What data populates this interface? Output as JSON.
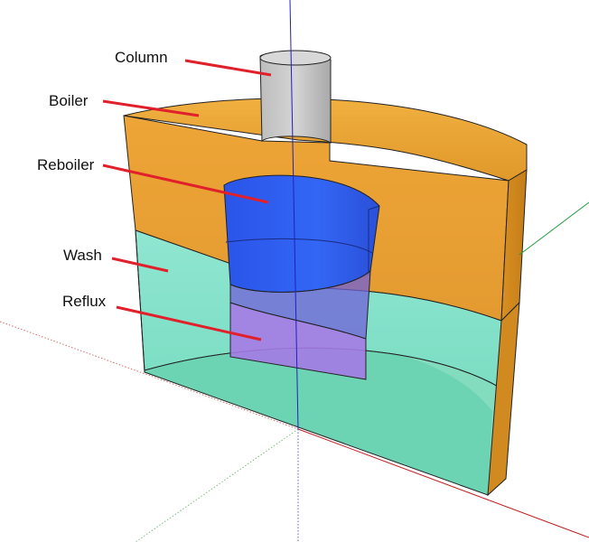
{
  "labels": {
    "column": "Column",
    "boiler": "Boiler",
    "reboiler": "Reboiler",
    "wash": "Wash",
    "reflux": "Reflux"
  },
  "colors": {
    "boiler": "#e8a030",
    "column": "#c8c8c8",
    "reboiler": "#2f5ef0",
    "wash": "#8ee8d0",
    "reflux": "#a070e0",
    "leader_line": "#e0202a",
    "axis_blue": "#2020c0",
    "axis_red": "#c02020",
    "axis_green": "#20a040"
  },
  "icons": [
    "leader-line"
  ]
}
